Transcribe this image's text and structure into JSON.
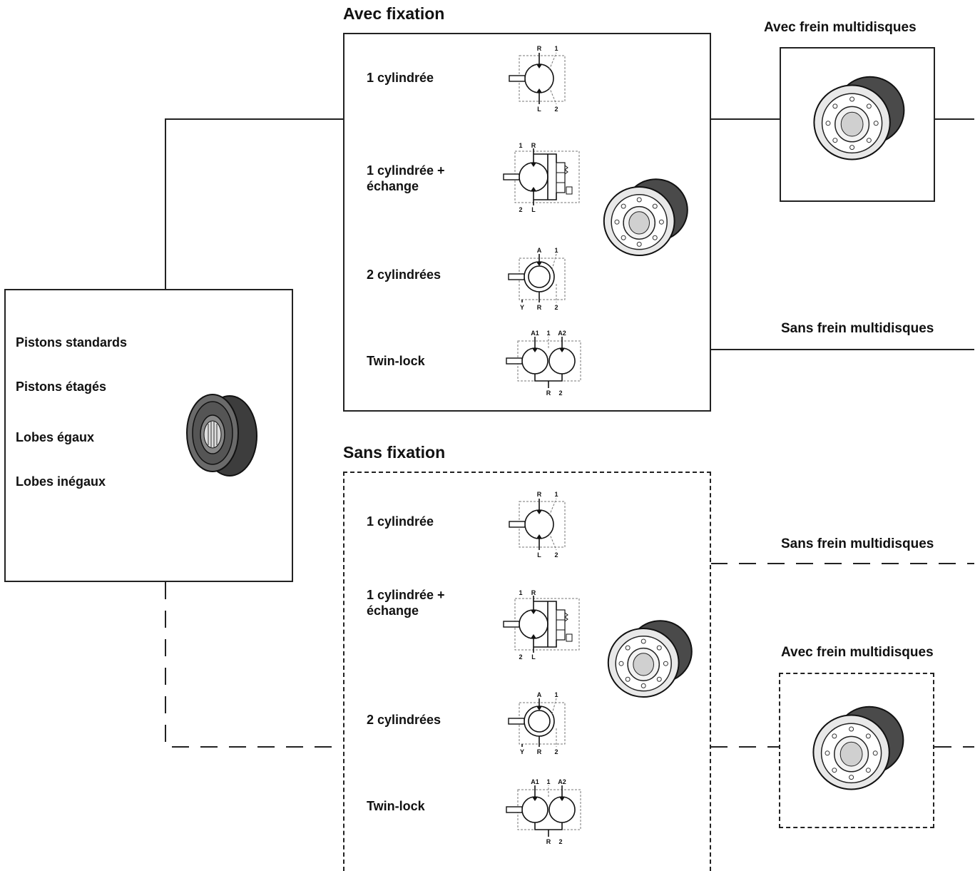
{
  "groups": {
    "with_mounting": {
      "title": "Avec fixation",
      "rows": [
        {
          "label": "1 cylindrée",
          "symbol": "single-displacement-motor-symbol"
        },
        {
          "label": "1 cylindrée +\néchange",
          "symbol": "flushing-motor-symbol"
        },
        {
          "label": "2 cylindrées",
          "symbol": "dual-displacement-motor-symbol"
        },
        {
          "label": "Twin-lock",
          "symbol": "twin-lock-motor-symbol"
        }
      ]
    },
    "without_mounting": {
      "title": "Sans fixation",
      "rows": [
        {
          "label": "1 cylindrée",
          "symbol": "single-displacement-motor-symbol"
        },
        {
          "label": "1 cylindrée +\néchange",
          "symbol": "flushing-motor-symbol"
        },
        {
          "label": "2 cylindrées",
          "symbol": "dual-displacement-motor-symbol"
        },
        {
          "label": "Twin-lock",
          "symbol": "twin-lock-motor-symbol"
        }
      ]
    }
  },
  "base": {
    "items": [
      "Pistons standards",
      "Pistons étagés",
      "Lobes égaux",
      "Lobes inégaux"
    ]
  },
  "brake_options": {
    "top_with": "Avec frein multidisques",
    "top_without": "Sans frein multidisques",
    "bottom_without": "Sans frein multidisques",
    "bottom_with": "Avec frein multidisques"
  },
  "symbol_ports": {
    "single": {
      "top": [
        "R",
        "1"
      ],
      "bottom": [
        "L",
        "2"
      ]
    },
    "flushing": {
      "top": [
        "1",
        "R"
      ],
      "bottom": [
        "2",
        "L"
      ]
    },
    "dual": {
      "top": [
        "A",
        "1"
      ],
      "bottom": [
        "Y",
        "R",
        "2"
      ]
    },
    "twin": {
      "top": [
        "A1",
        "1",
        "A2"
      ],
      "bottom": [
        "R",
        "2"
      ]
    }
  },
  "colors": {
    "line": "#222222",
    "motor_dark": "#4a4a4a",
    "motor_light": "#e8e8e8"
  }
}
